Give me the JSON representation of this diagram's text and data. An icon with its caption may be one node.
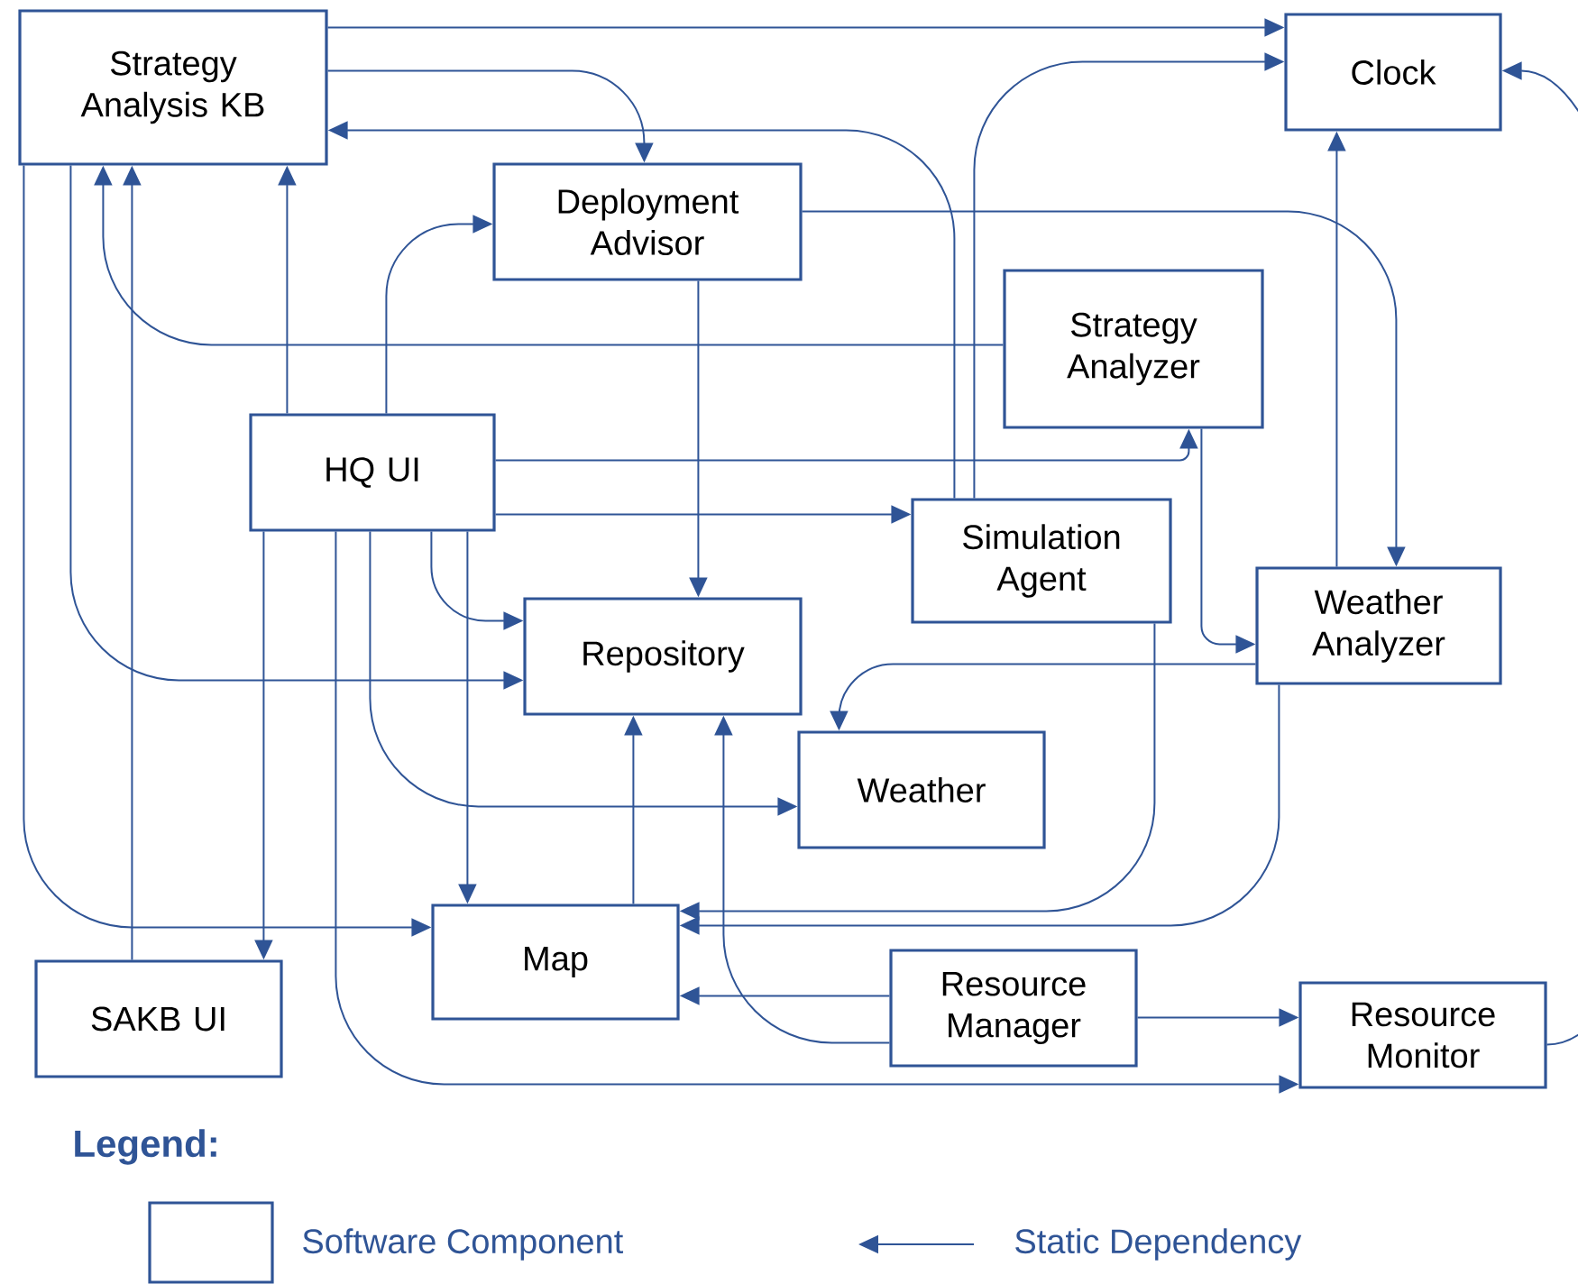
{
  "diagram": {
    "nodes": [
      {
        "text": [
          "Strategy Analysis KB"
        ]
      },
      {
        "text": [
          "Clock"
        ]
      },
      {
        "text": [
          "Deployment Advisor"
        ]
      },
      {
        "text": [
          "Strategy Analyzer"
        ]
      },
      {
        "text": [
          "HQ UI"
        ]
      },
      {
        "text": [
          "Simulation Agent"
        ]
      },
      {
        "text": [
          "Weather Analyzer"
        ]
      },
      {
        "text": [
          "Repository"
        ]
      },
      {
        "text": [
          "Weather"
        ]
      },
      {
        "text": [
          "Map"
        ]
      },
      {
        "text": [
          "SAKB UI"
        ]
      },
      {
        "text": [
          "Resource Manager"
        ]
      },
      {
        "text": [
          "Resource Monitor"
        ]
      }
    ],
    "edges": [
      {
        "from": 0,
        "to": 1,
        "arrow": "to"
      },
      {
        "from": 0,
        "to": 2,
        "arrow": "to"
      },
      {
        "from": 5,
        "to": 0,
        "arrow": "to"
      },
      {
        "from": 3,
        "to": 0,
        "arrow": "to"
      },
      {
        "from": 10,
        "to": 0,
        "arrow": "to"
      },
      {
        "from": 4,
        "to": 0,
        "arrow": "to"
      },
      {
        "from": 4,
        "to": 2,
        "arrow": "to"
      },
      {
        "from": 2,
        "to": 7,
        "arrow": "to"
      },
      {
        "from": 2,
        "to": 6,
        "arrow": "to"
      },
      {
        "from": 5,
        "to": 1,
        "arrow": "to"
      },
      {
        "from": 6,
        "to": 1,
        "arrow": "to"
      },
      {
        "from": 12,
        "to": 1,
        "arrow": "to"
      },
      {
        "from": 4,
        "to": 3,
        "arrow": "to"
      },
      {
        "from": 4,
        "to": 5,
        "arrow": "to"
      },
      {
        "from": 3,
        "to": 6,
        "arrow": "to"
      },
      {
        "from": 6,
        "to": 8,
        "arrow": "to"
      },
      {
        "from": 0,
        "to": 7,
        "arrow": "to"
      },
      {
        "from": 0,
        "to": 9,
        "arrow": "to"
      },
      {
        "from": 4,
        "to": 10,
        "arrow": "to"
      },
      {
        "from": 4,
        "to": 7,
        "arrow": "to"
      },
      {
        "from": 4,
        "to": 8,
        "arrow": "to"
      },
      {
        "from": 4,
        "to": 9,
        "arrow": "to"
      },
      {
        "from": 4,
        "to": 12,
        "arrow": "to"
      },
      {
        "from": 9,
        "to": 7,
        "arrow": "to"
      },
      {
        "from": 11,
        "to": 7,
        "arrow": "to"
      },
      {
        "from": 11,
        "to": 9,
        "arrow": "to"
      },
      {
        "from": 5,
        "to": 9,
        "arrow": "to"
      },
      {
        "from": 6,
        "to": 9,
        "arrow": "to"
      },
      {
        "from": 11,
        "to": 12,
        "arrow": "to"
      }
    ],
    "labels": [
      "Legend:"
    ],
    "legend": [
      {
        "text": "Software Component"
      },
      {
        "text": "Static Dependency"
      }
    ]
  }
}
